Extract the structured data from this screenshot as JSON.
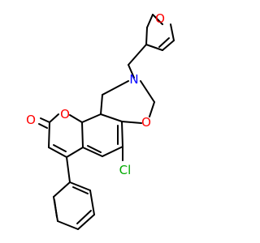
{
  "molecule": {
    "colors": {
      "bond": "#000000",
      "oxygen": "#ff0000",
      "nitrogen": "#0000ff",
      "chlorine": "#00aa00",
      "background": "#ffffff"
    },
    "atoms": {
      "o_furan": "O",
      "n_oxazine": "N",
      "o_oxazine": "O",
      "o_carbonyl": "O",
      "o_lactone": "O",
      "cl": "Cl"
    }
  }
}
